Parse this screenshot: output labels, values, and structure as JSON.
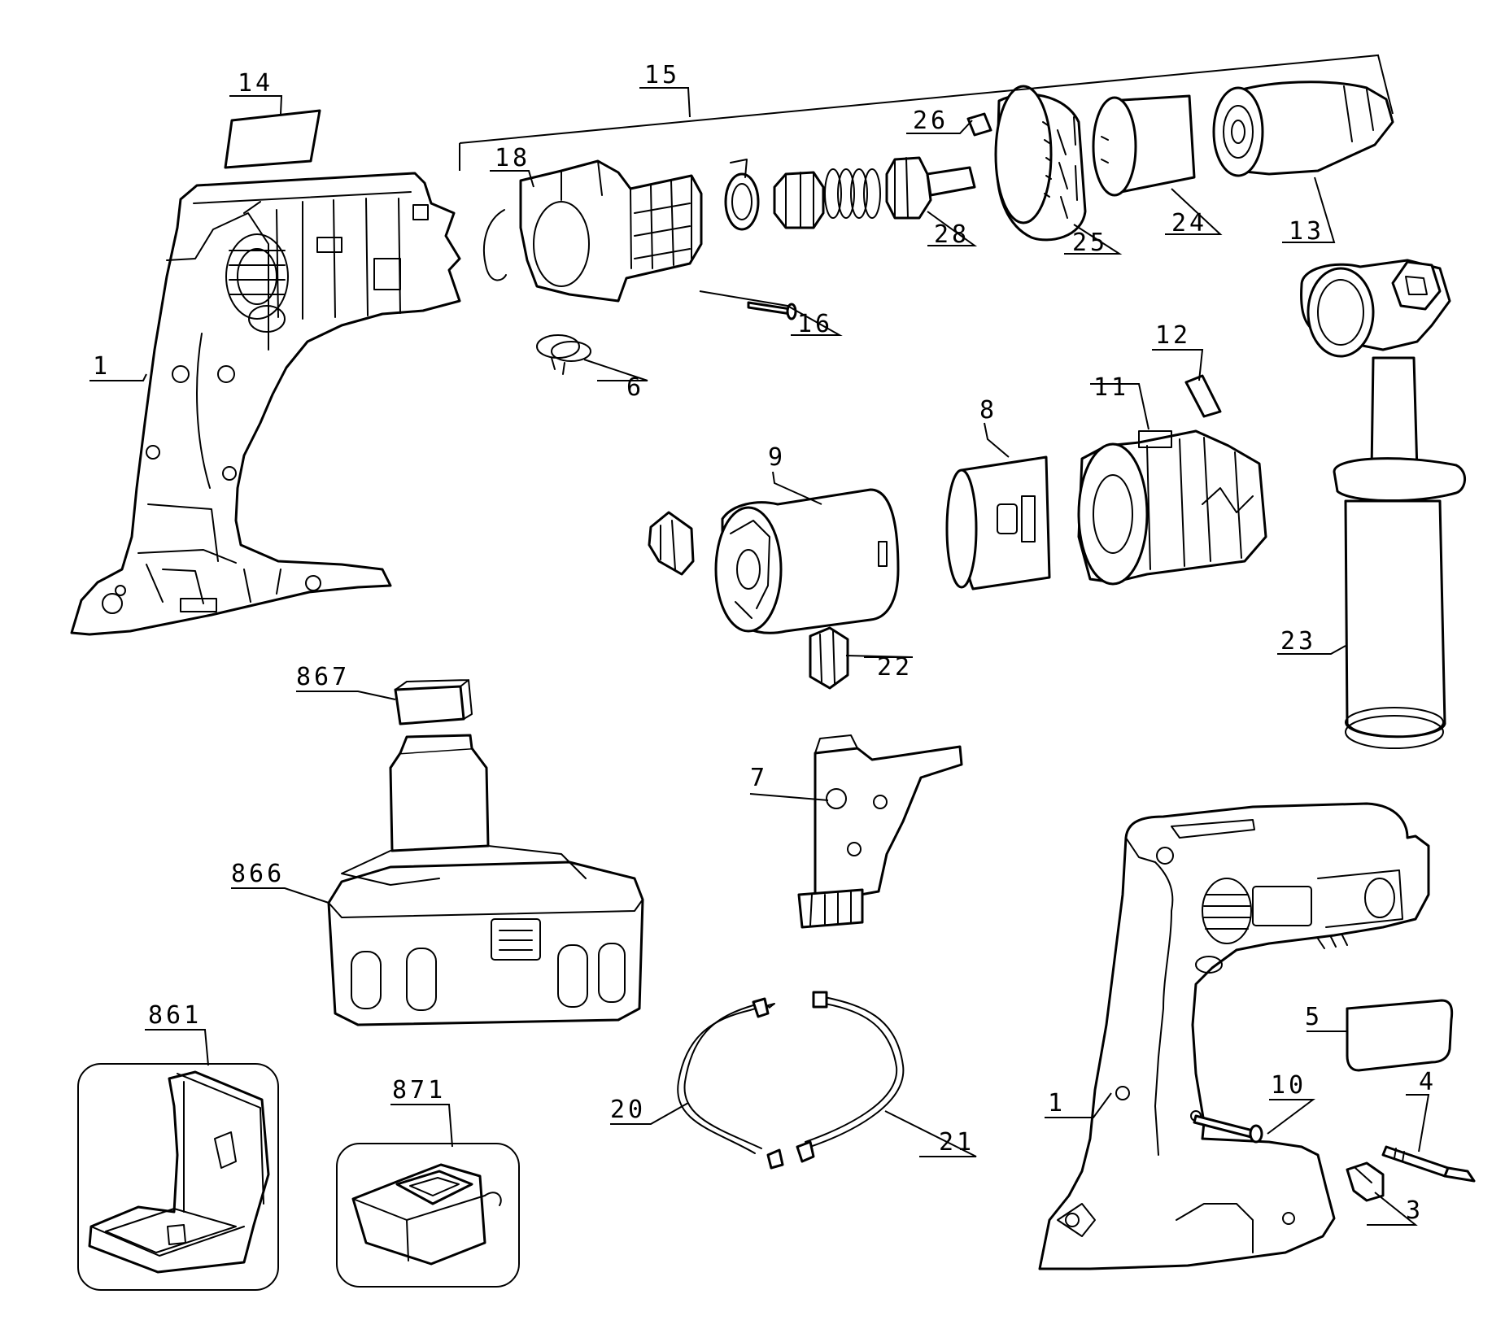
{
  "diagram": {
    "labels": {
      "p1a": "1",
      "p1b": "1",
      "p3": "3",
      "p4": "4",
      "p5": "5",
      "p6": "6",
      "p7": "7",
      "p8": "8",
      "p9": "9",
      "p10": "10",
      "p11": "11",
      "p12": "12",
      "p13": "13",
      "p14": "14",
      "p15": "15",
      "p16": "16",
      "p18": "18",
      "p20": "20",
      "p21": "21",
      "p22": "22",
      "p23": "23",
      "p24": "24",
      "p25": "25",
      "p26": "26",
      "p28": "28",
      "p861": "861",
      "p866": "866",
      "p867": "867",
      "p871": "871"
    }
  }
}
